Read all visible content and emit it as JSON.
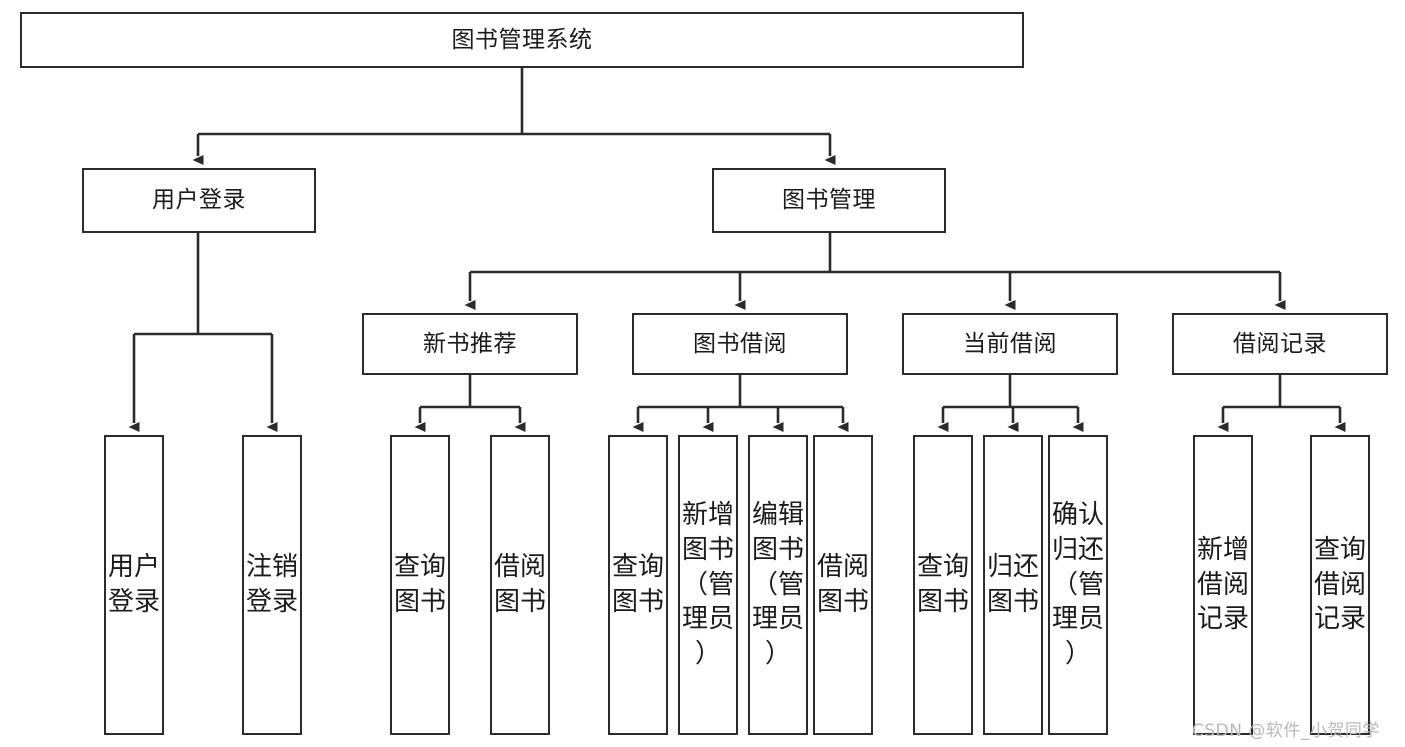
{
  "diagram": {
    "title": "图书管理系统",
    "type": "tree-hierarchy-diagram",
    "root": {
      "label": "图书管理系统"
    },
    "level2": [
      {
        "label": "用户登录"
      },
      {
        "label": "图书管理"
      }
    ],
    "level3": [
      {
        "label": "新书推荐"
      },
      {
        "label": "图书借阅"
      },
      {
        "label": "当前借阅"
      },
      {
        "label": "借阅记录"
      }
    ],
    "leaves": {
      "user_login": [
        {
          "label": "用户登录",
          "vertical": "用户\n登录"
        },
        {
          "label": "注销登录",
          "vertical": "注销\n登录"
        }
      ],
      "new_book": [
        {
          "label": "查询图书",
          "vertical": "查询\n图书"
        },
        {
          "label": "借阅图书",
          "vertical": "借阅\n图书"
        }
      ],
      "book_borrow": [
        {
          "label": "查询图书",
          "vertical": "查询\n图书"
        },
        {
          "label": "新增图书（管理员）",
          "vertical": "新增\n图书\n（管\n理员\n）"
        },
        {
          "label": "编辑图书（管理员）",
          "vertical": "编辑\n图书\n（管\n理员\n）"
        },
        {
          "label": "借阅图书",
          "vertical": "借阅\n图书"
        }
      ],
      "current_borrow": [
        {
          "label": "查询图书",
          "vertical": "查询\n图书"
        },
        {
          "label": "归还图书",
          "vertical": "归还\n图书"
        },
        {
          "label": "确认归还（管理员）",
          "vertical": "确认\n归还\n（管\n理员\n）"
        }
      ],
      "borrow_record": [
        {
          "label": "新增借阅记录",
          "vertical": "新增\n借阅\n记录"
        },
        {
          "label": "查询借阅记录",
          "vertical": "查询\n借阅\n记录"
        }
      ]
    }
  },
  "watermark": {
    "text": "CSDN @软件_小贺同学"
  },
  "colors": {
    "stroke": "#2b2b2b",
    "fill": "#ffffff",
    "text": "#1b1b1b",
    "watermark": "#b9b9b9"
  }
}
